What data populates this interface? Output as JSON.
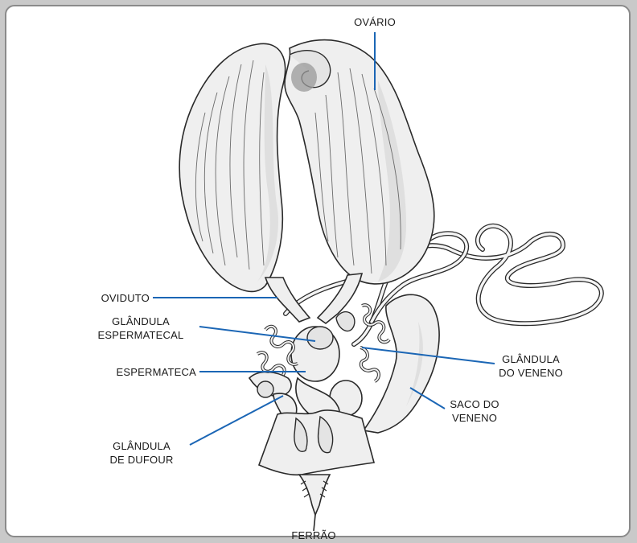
{
  "diagram": {
    "labels": {
      "ovario": "OVÁRIO",
      "oviduto": "OVIDUTO",
      "glandula_espermatecal_1": "GLÂNDULA",
      "glandula_espermatecal_2": "ESPERMATECAL",
      "espermateca": "ESPERMATECA",
      "glandula_dufour_1": "GLÂNDULA",
      "glandula_dufour_2": "DE DUFOUR",
      "glandula_veneno_1": "GLÂNDULA",
      "glandula_veneno_2": "DO VENENO",
      "saco_veneno_1": "SACO DO",
      "saco_veneno_2": "VENENO",
      "ferrao": "FERRÃO"
    },
    "colors": {
      "leader_line": "#1b66b5",
      "outline": "#2a2a2a",
      "fill": "#efefef",
      "frame_border": "#8a8a8a",
      "background": "#c9c9c9"
    }
  }
}
